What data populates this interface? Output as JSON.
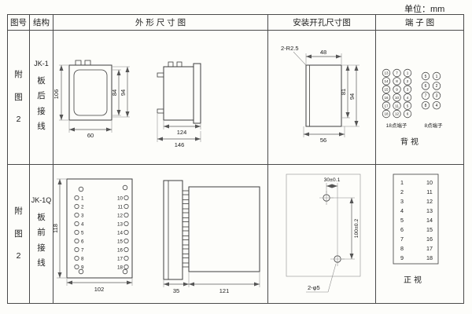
{
  "unit_label": "单位：mm",
  "headers": {
    "fig_no": "图号",
    "structure": "结构",
    "outline": "外 形 尺 寸 图",
    "install": "安装开孔尺寸图",
    "terminal": "端 子 图"
  },
  "row1": {
    "fig_no": [
      "附",
      "图",
      "2"
    ],
    "model": "JK-1",
    "wiring": [
      "板",
      "后",
      "接",
      "线"
    ],
    "outline_dims": {
      "h106": "106",
      "h84": "84",
      "h94": "94",
      "w60": "60",
      "w124": "124",
      "w146": "146"
    },
    "install_dims": {
      "radius": "2-R2.5",
      "w48": "48",
      "h81": "81",
      "h94": "94",
      "w56": "56"
    },
    "terminal18_label": "18点端子",
    "terminal8_label": "8点端子",
    "view_label": "背视",
    "terminal18": [
      [
        "13",
        "7",
        "1"
      ],
      [
        "14",
        "8",
        "2"
      ],
      [
        "15",
        "9",
        "3"
      ],
      [
        "16",
        "10",
        "4"
      ],
      [
        "17",
        "11",
        "5"
      ],
      [
        "18",
        "12",
        "6"
      ]
    ],
    "terminal8": [
      [
        "5",
        "1"
      ],
      [
        "6",
        "2"
      ],
      [
        "7",
        "3"
      ],
      [
        "8",
        "4"
      ]
    ]
  },
  "row2": {
    "fig_no": [
      "附",
      "图",
      "2"
    ],
    "model": "JK-1Q",
    "wiring": [
      "板",
      "前",
      "接",
      "线"
    ],
    "left_terminals": [
      "1",
      "2",
      "3",
      "4",
      "5",
      "6",
      "7",
      "8",
      "9"
    ],
    "right_terminals": [
      "10",
      "11",
      "12",
      "13",
      "14",
      "15",
      "16",
      "17",
      "18"
    ],
    "outline_dims": {
      "h118": "118",
      "w102": "102",
      "w35": "35",
      "w121": "121"
    },
    "install_dims": {
      "w30": "30±0.1",
      "h100": "100±0.2",
      "holes": "2-φ5"
    },
    "terminal_left": [
      "1",
      "2",
      "3",
      "4",
      "5",
      "6",
      "7",
      "8",
      "9"
    ],
    "terminal_right": [
      "10",
      "11",
      "12",
      "13",
      "14",
      "15",
      "16",
      "17",
      "18"
    ],
    "view_label": "正视"
  }
}
